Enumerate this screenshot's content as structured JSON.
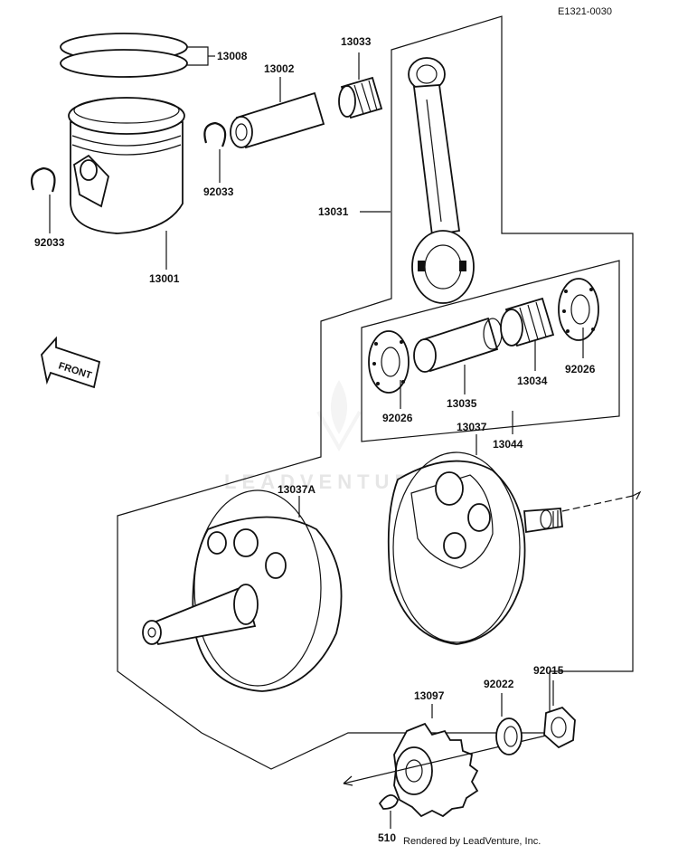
{
  "reference_code": "E1321-0030",
  "watermark": "LEADVENTURE",
  "credit": "Rendered by LeadVenture, Inc.",
  "front_arrow_label": "FRONT",
  "callouts": {
    "piston_rings": "13008",
    "piston_pin": "13002",
    "pin_bearing": "13033",
    "circlip_right": "92033",
    "circlip_left": "92033",
    "piston": "13001",
    "connecting_rod": "13031",
    "crank_pin": "13035",
    "rod_bearing": "13034",
    "washer_left": "92026",
    "washer_right": "92026",
    "flywheel_right": "13037",
    "rod_kit": "13044",
    "flywheel_left": "13037A",
    "pinion_gear": "13097",
    "lock_washer": "92022",
    "nut": "92015",
    "key": "510"
  }
}
